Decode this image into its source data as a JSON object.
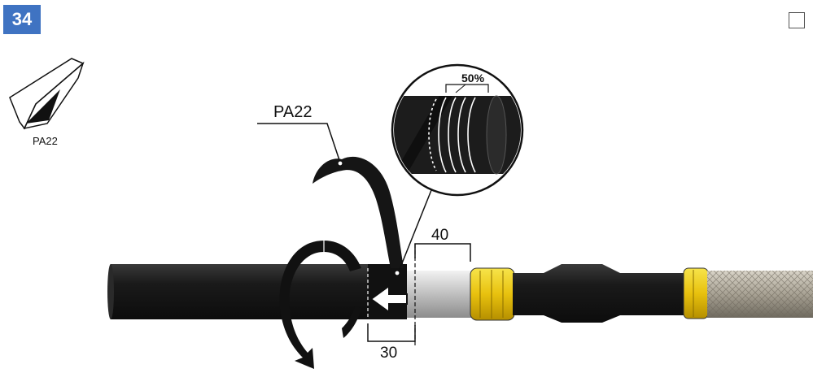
{
  "step": {
    "number": "34"
  },
  "tape": {
    "icon_label": "PA22",
    "callout_label": "PA22"
  },
  "detail": {
    "overlap_text": "50%"
  },
  "dimensions": {
    "strip_length": "40",
    "tape_length": "30"
  },
  "colors": {
    "badge": "#3f73c2",
    "cable": "#1e1e1e",
    "yellow_tape": "#f0d21a",
    "conductor": "#d8d8d8"
  },
  "icons": [
    "tape-roll-icon",
    "rotation-arrow-icon",
    "insertion-arrow-icon",
    "magnifier-detail-icon"
  ]
}
